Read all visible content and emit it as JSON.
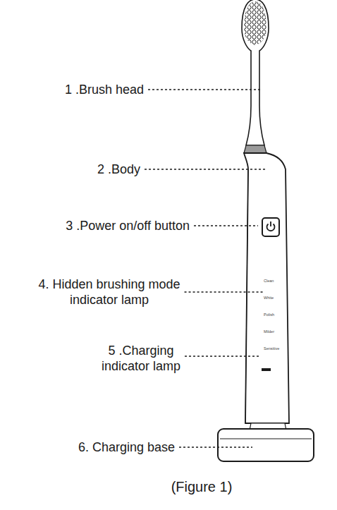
{
  "diagram": {
    "caption": "(Figure 1)",
    "labels": [
      "1 .Brush head",
      "2 .Body",
      "3 .Power on/off button",
      "4. Hidden brushing mode indicator lamp",
      "5 .Charging indicator lamp",
      "6. Charging base",
      "Clean",
      "White",
      "Polish",
      "Milder",
      "Sensitive"
    ]
  }
}
